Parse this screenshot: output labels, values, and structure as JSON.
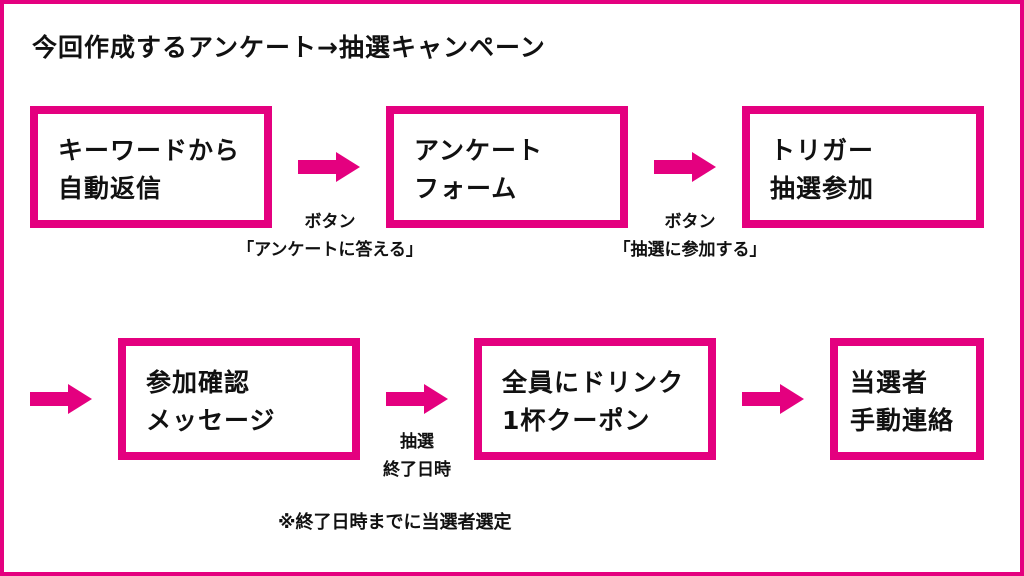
{
  "title": "今回作成するアンケート→抽選キャンペーン",
  "steps": [
    {
      "line1": "キーワードから",
      "line2": "自動返信"
    },
    {
      "line1": "アンケート",
      "line2": "フォーム"
    },
    {
      "line1": "トリガー",
      "line2": "抽選参加"
    },
    {
      "line1": "参加確認",
      "line2": "メッセージ"
    },
    {
      "line1": "全員にドリンク",
      "line2": "1杯クーポン"
    },
    {
      "line1": "当選者",
      "line2": "手動連絡"
    }
  ],
  "connectors": [
    {
      "line1": "ボタン",
      "line2": "「アンケートに答える」"
    },
    {
      "line1": "ボタン",
      "line2": "「抽選に参加する」"
    },
    {
      "line1": "抽選",
      "line2": "終了日時"
    }
  ],
  "note": "※終了日時までに当選者選定",
  "colors": {
    "accent": "#e4007f",
    "text": "#111111",
    "background": "#ffffff"
  }
}
